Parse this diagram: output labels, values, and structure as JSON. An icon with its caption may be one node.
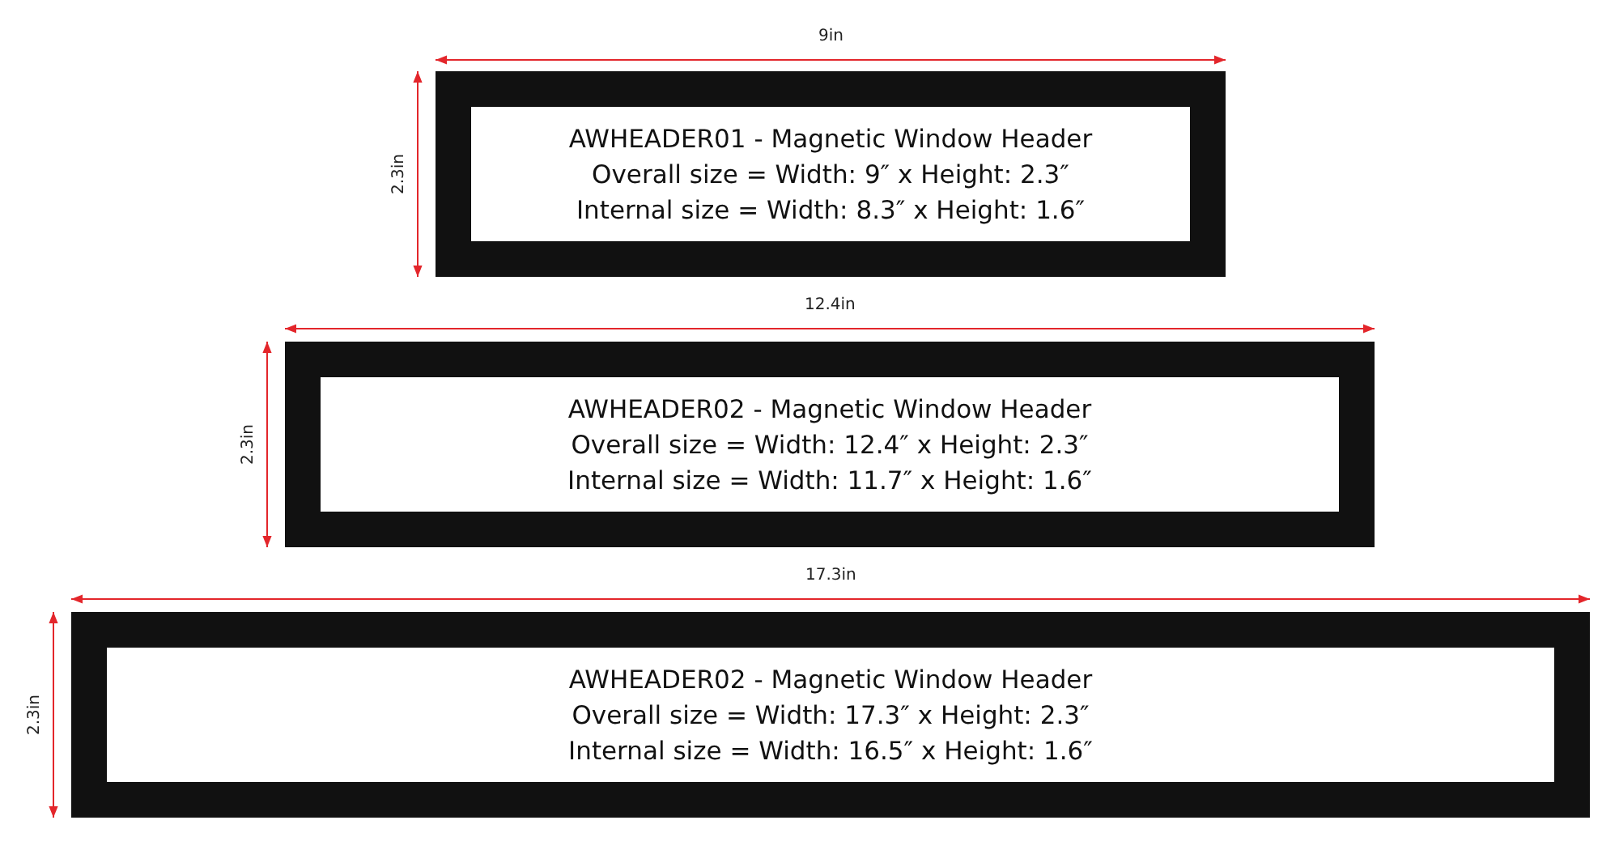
{
  "diagram": {
    "nodes": [
      {
        "text": [
          "AWHEADER01 - Magnetic Window Header",
          "Overall size = Width: 9″ x Height: 2.3″",
          "Internal size = Width: 8.3″ x Height: 1.6″"
        ]
      },
      {
        "text": [
          "AWHEADER02 - Magnetic Window Header",
          "Overall size = Width: 12.4″ x Height: 2.3″",
          "Internal size = Width: 11.7″ x Height: 1.6″"
        ]
      },
      {
        "text": [
          "AWHEADER02 - Magnetic Window Header",
          "Overall size = Width: 17.3″ x Height: 2.3″",
          "Internal size = Width: 16.5″ x Height: 1.6″"
        ]
      }
    ],
    "labels": [
      "9in",
      "2.3in",
      "12.4in",
      "2.3in",
      "17.3in",
      "2.3in"
    ]
  }
}
